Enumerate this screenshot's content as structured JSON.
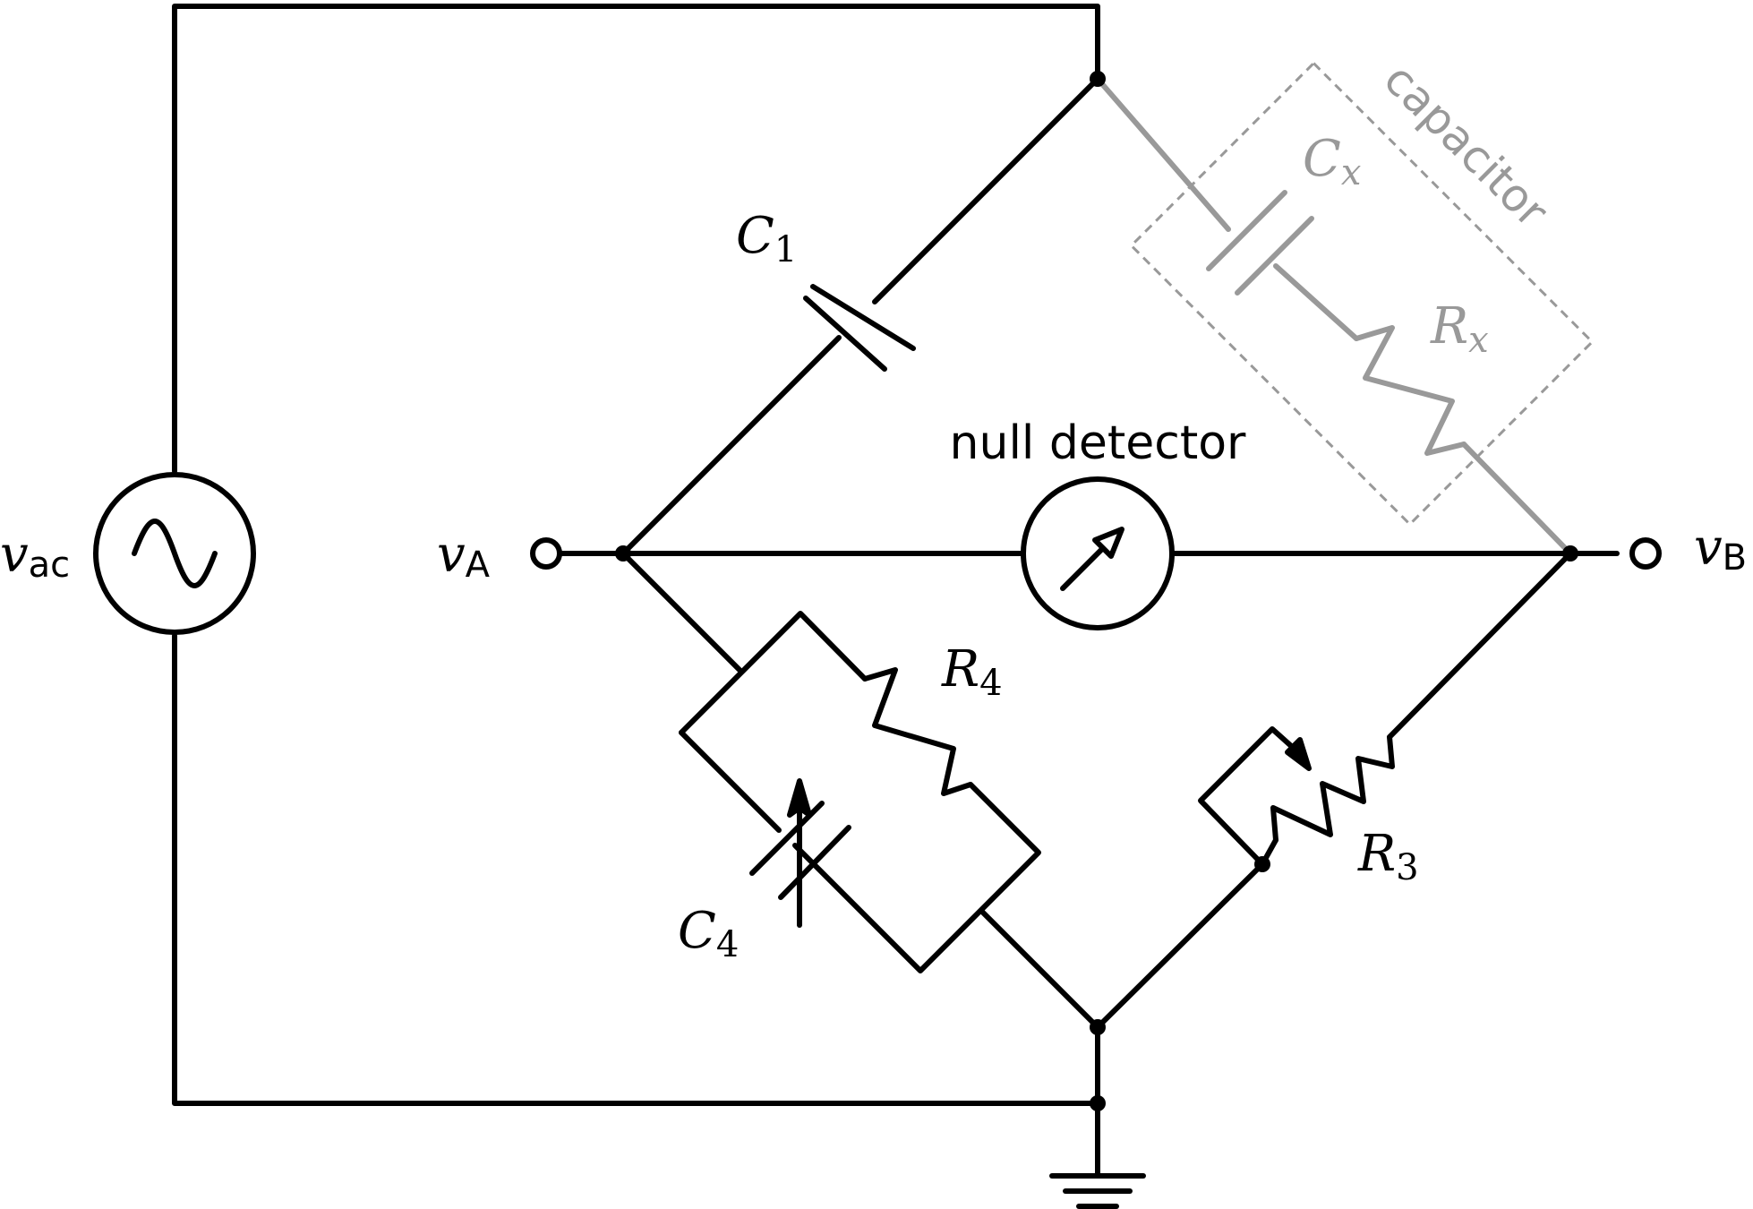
{
  "labels": {
    "source_sym": "v",
    "source_sub": "ac",
    "terminal_a_sym": "v",
    "terminal_a_sub": "A",
    "terminal_b_sym": "v",
    "terminal_b_sub": "B",
    "c1_sym": "C",
    "c1_sub": "1",
    "cx_sym": "C",
    "cx_sub": "x",
    "rx_sym": "R",
    "rx_sub": "x",
    "r4_sym": "R",
    "r4_sub": "4",
    "c4_sym": "C",
    "c4_sub": "4",
    "r3_sym": "R",
    "r3_sub": "3",
    "detector": "null detector",
    "unknown_box": "capacitor"
  },
  "colors": {
    "wire": "#000000",
    "unknown_component": "#999999"
  }
}
